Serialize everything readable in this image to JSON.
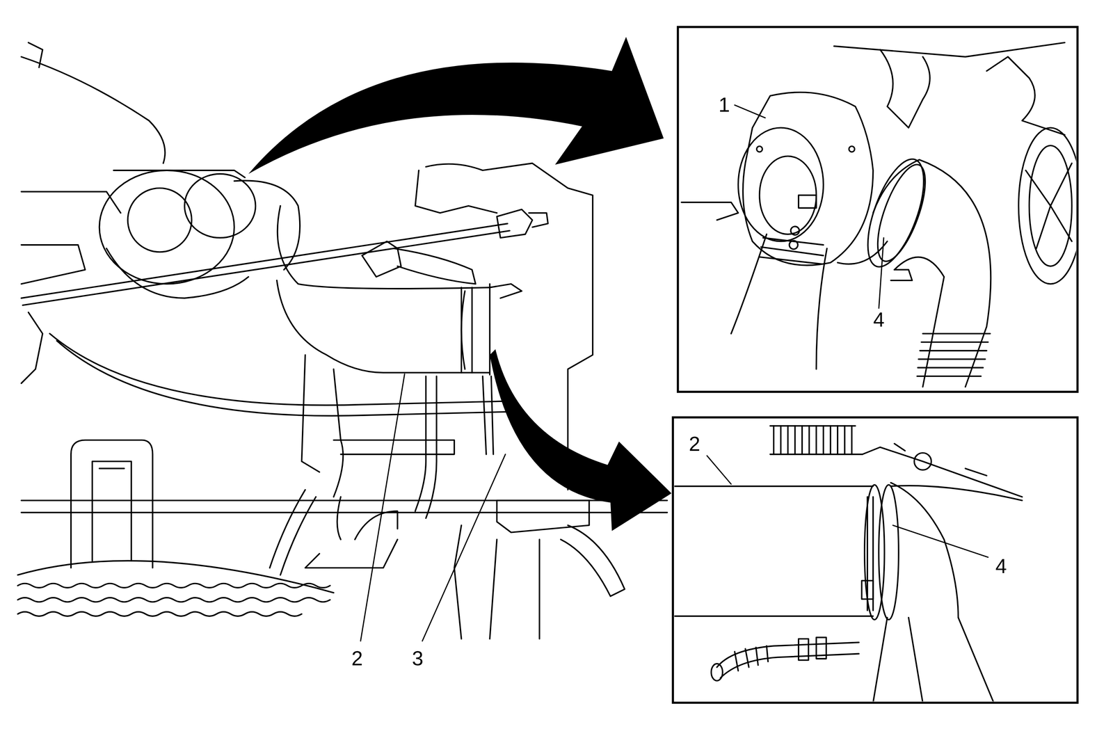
{
  "diagram": {
    "labels": [
      "1",
      "4",
      "2",
      "4",
      "2",
      "3"
    ]
  }
}
